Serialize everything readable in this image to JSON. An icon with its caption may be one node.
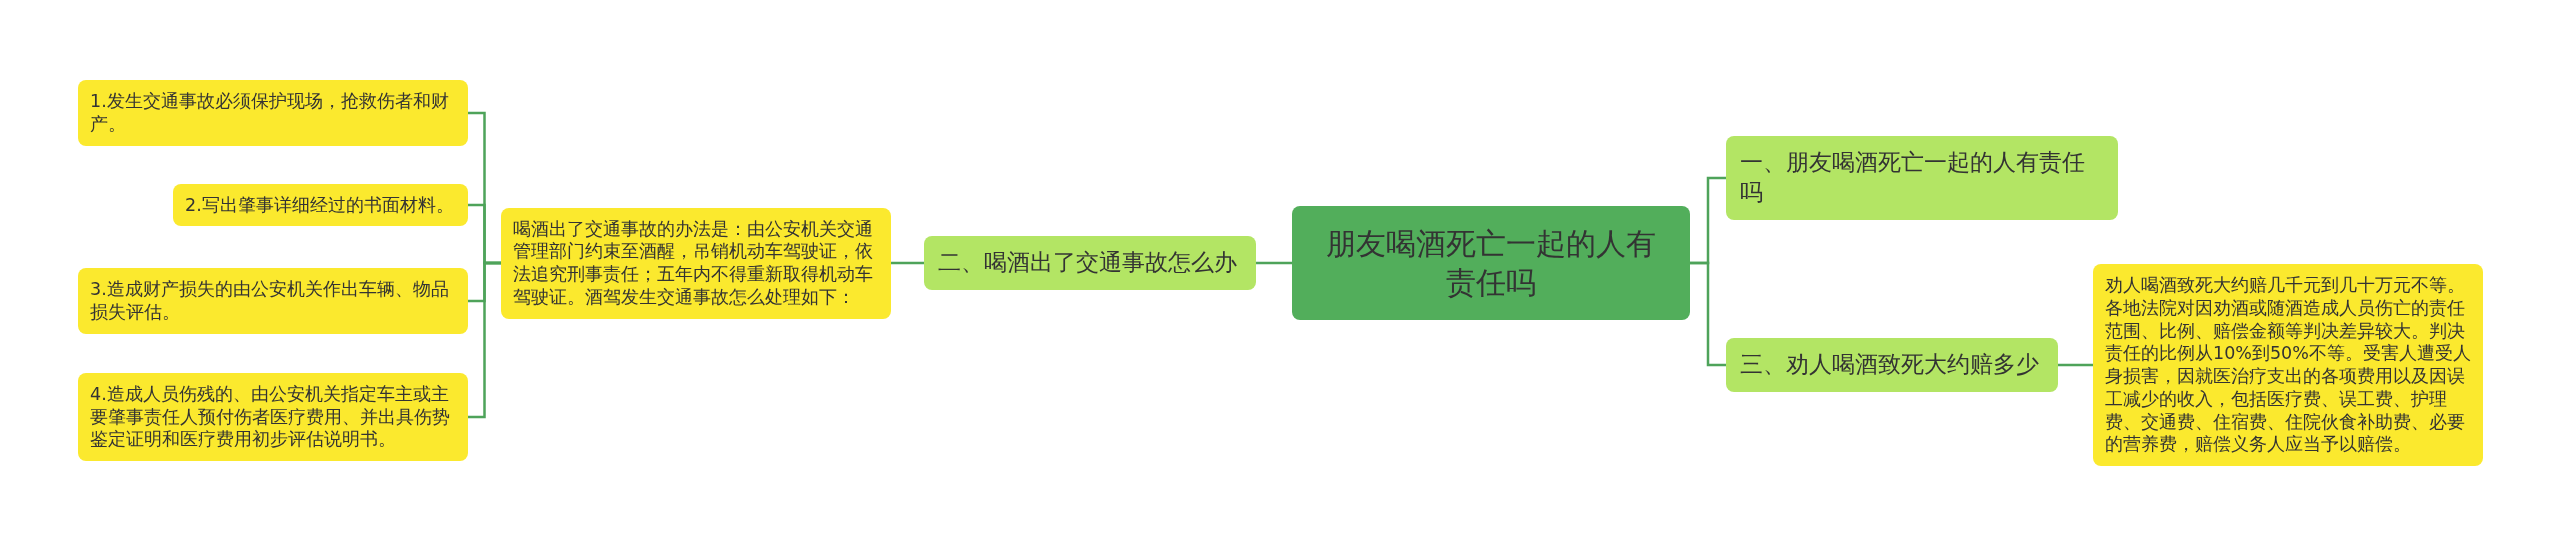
{
  "diagram": {
    "nodes": [
      {
        "text": [
          "朋友喝酒死亡一起的人有责任吗"
        ]
      },
      {
        "text": [
          "一、朋友喝酒死亡一起的人有责任吗"
        ]
      },
      {
        "text": [
          "三、劝人喝酒致死大约赔多少"
        ]
      },
      {
        "text": [
          "劝人喝酒致死大约赔几千元到几十万元不等。各地法院对因劝酒或随酒造成人员伤亡的责任范围、比例、赔偿金额等判决差异较大。判决责任的比例从10%到50%不等。受害人遭受人身损害，因就医治疗支出的各项费用以及因误工减少的收入，包括医疗费、误工费、护理费、交通费、住宿费、住院伙食补助费、必要的营养费，赔偿义务人应当予以赔偿。"
        ]
      },
      {
        "text": [
          "二、喝酒出了交通事故怎么办"
        ]
      },
      {
        "text": [
          "喝酒出了交通事故的办法是：由公安机关交通管理部门约束至酒醒，吊销机动车驾驶证，依法追究刑事责任；五年内不得重新取得机动车驾驶证。酒驾发生交通事故怎么处理如下："
        ]
      },
      {
        "text": [
          "1.发生交通事故必须保护现场，抢救伤者和财产。"
        ]
      },
      {
        "text": [
          "2.写出肇事详细经过的书面材料。"
        ]
      },
      {
        "text": [
          "3.造成财产损失的由公安机关作出车辆、物品损失评估。"
        ]
      },
      {
        "text": [
          "4.造成人员伤残的、由公安机关指定车主或主要肇事责任人预付伤者医疗费用、并出具伤势鉴定证明和医疗费用初步评估说明书。"
        ]
      }
    ],
    "edges": [
      {
        "from": 0,
        "to": 1,
        "arrow": "none"
      },
      {
        "from": 0,
        "to": 2,
        "arrow": "none"
      },
      {
        "from": 2,
        "to": 3,
        "arrow": "none"
      },
      {
        "from": 0,
        "to": 4,
        "arrow": "none"
      },
      {
        "from": 4,
        "to": 5,
        "arrow": "none"
      },
      {
        "from": 5,
        "to": 6,
        "arrow": "none"
      },
      {
        "from": 5,
        "to": 7,
        "arrow": "none"
      },
      {
        "from": 5,
        "to": 8,
        "arrow": "none"
      },
      {
        "from": 5,
        "to": 9,
        "arrow": "none"
      }
    ]
  }
}
